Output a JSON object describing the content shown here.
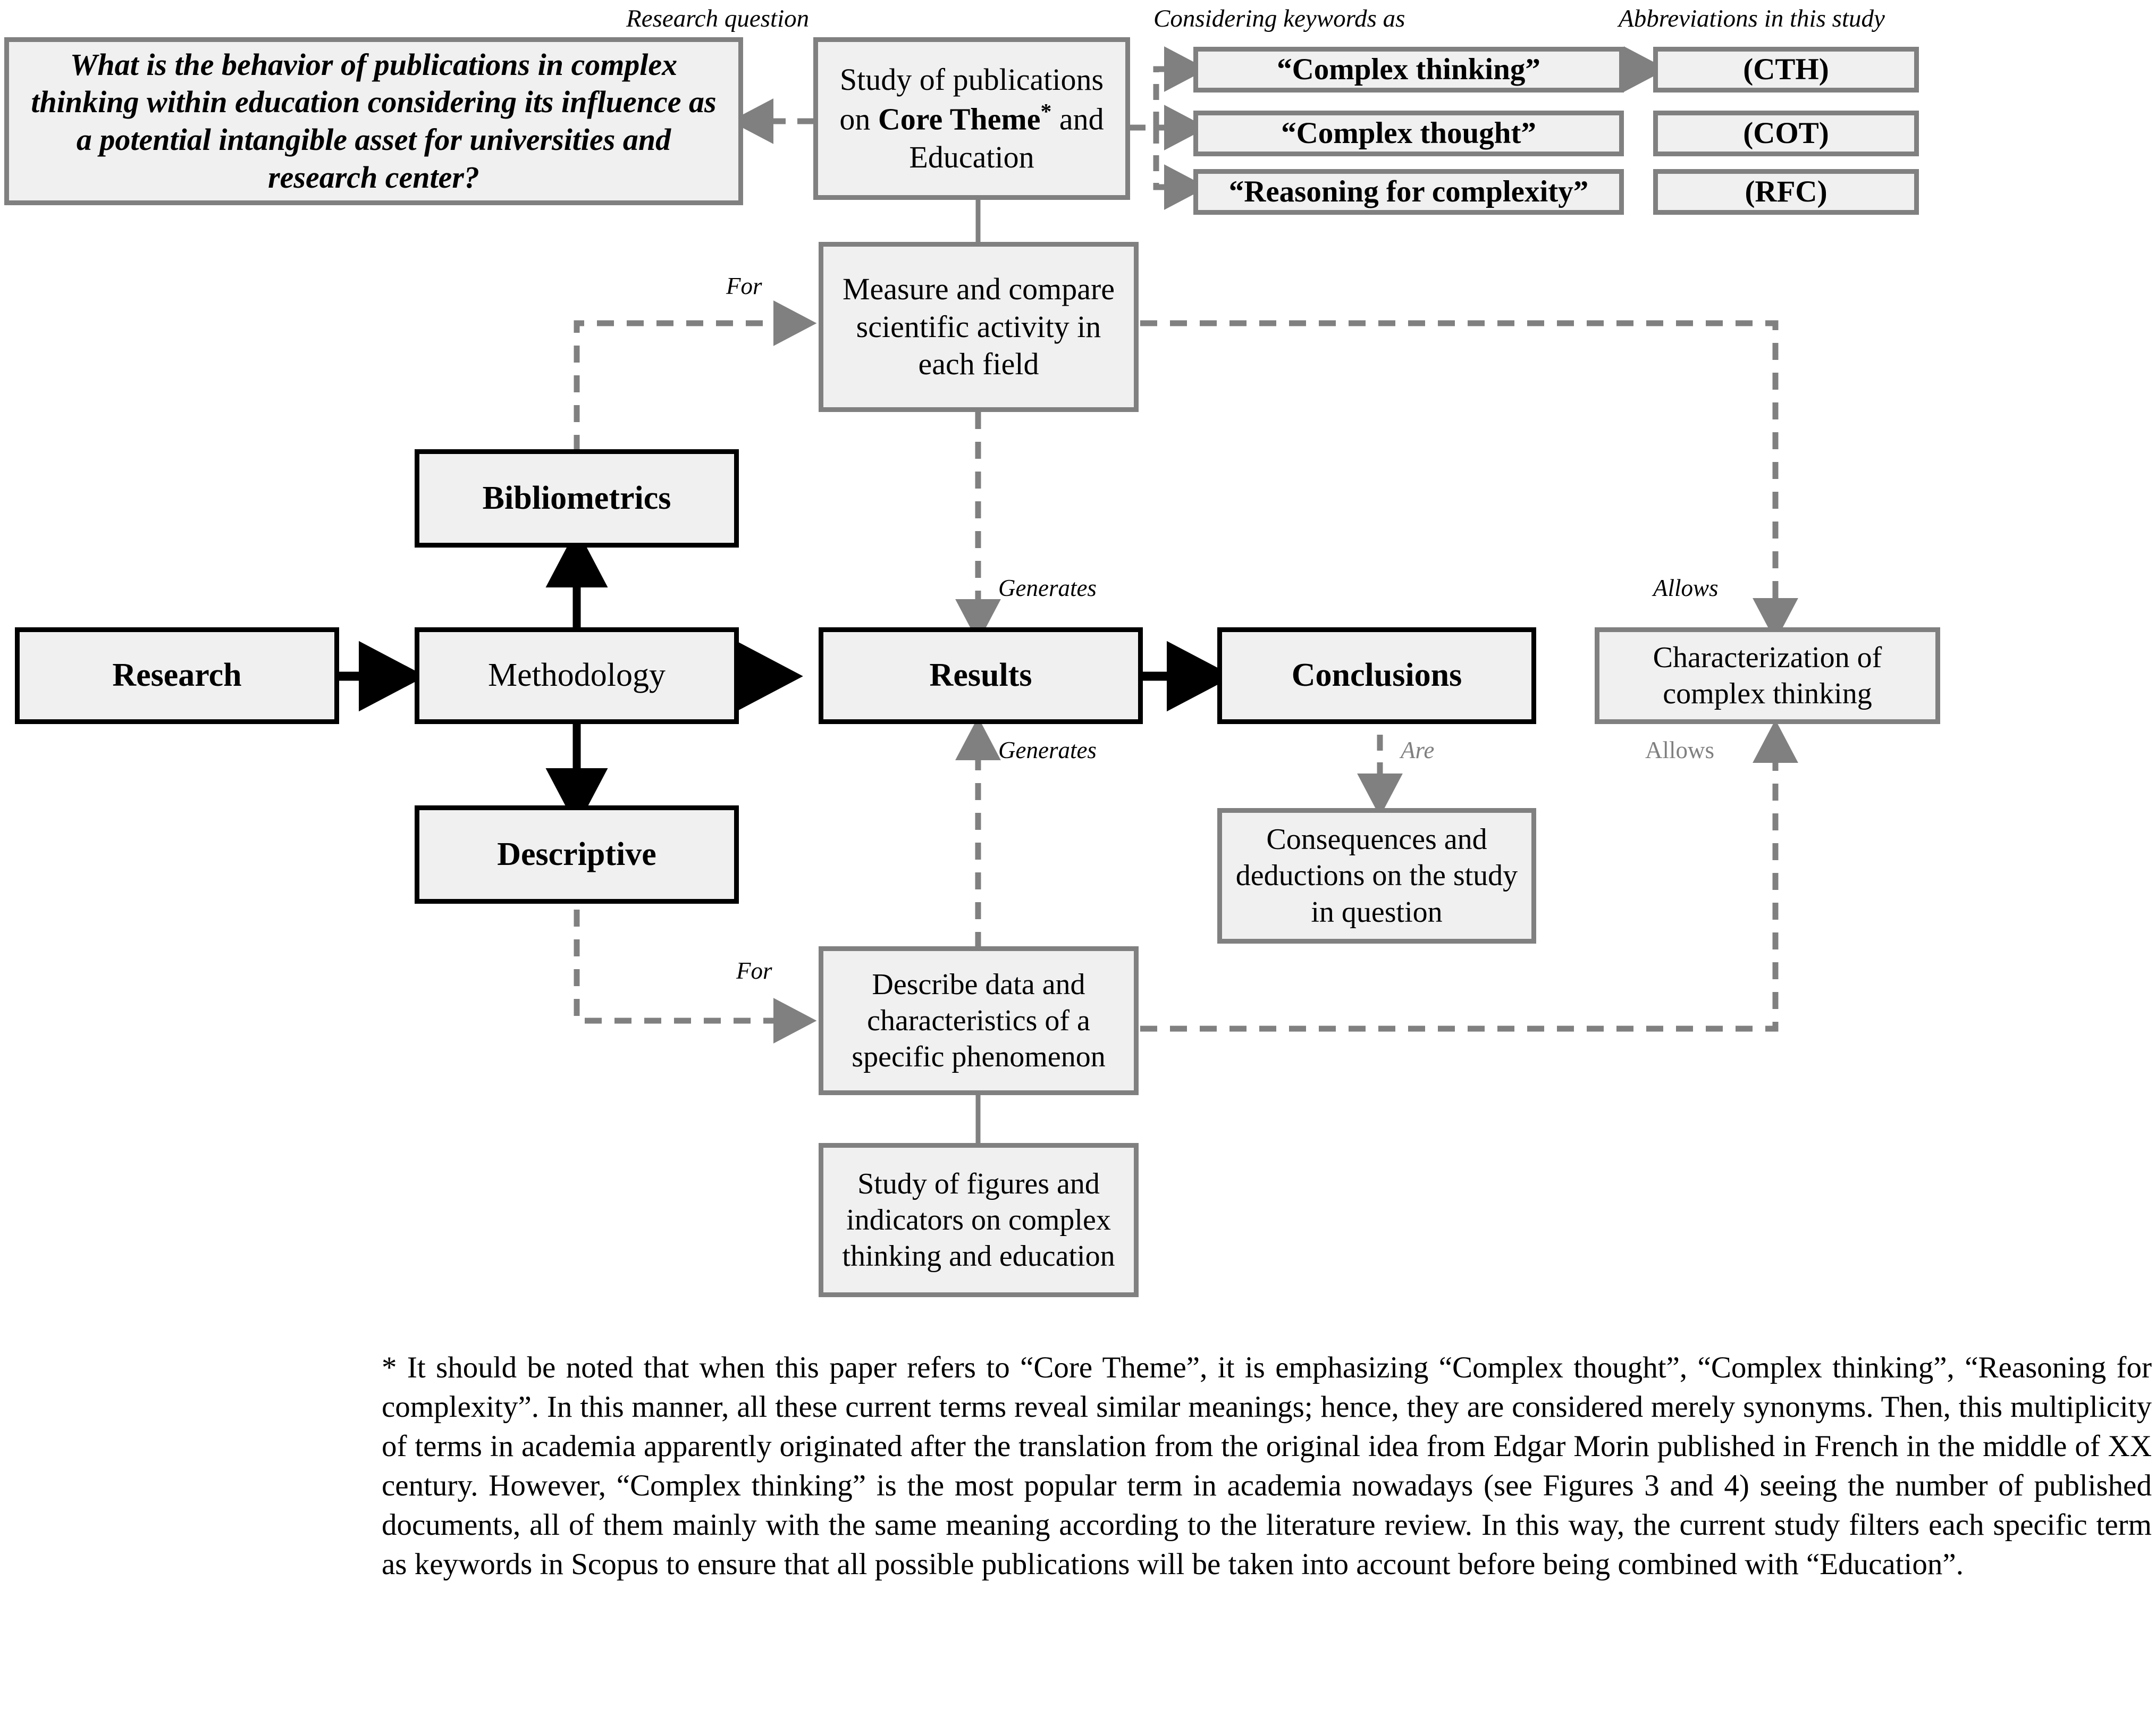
{
  "headers": {
    "research_question": "Research question",
    "keywords": "Considering keywords as",
    "abbreviations": "Abbreviations in this study"
  },
  "boxes": {
    "research_question": "What is the behavior of publications in complex thinking within education considering its influence as a potential intangible asset for universities and research center?",
    "study_publications_pre": "Study of publications on ",
    "study_publications_bold": "Core Theme",
    "study_publications_star": "*",
    "study_publications_post": " and Education",
    "keyword_1": "“Complex thinking”",
    "keyword_2": "“Complex thought”",
    "keyword_3": "“Reasoning for complexity”",
    "abbrev_1": "(CTH)",
    "abbrev_2": "(COT)",
    "abbrev_3": "(RFC)",
    "measure_compare": "Measure and compare scientific activity in each field",
    "bibliometrics": "Bibliometrics",
    "descriptive": "Descriptive",
    "research": "Research",
    "methodology": "Methodology",
    "results": "Results",
    "conclusions": "Conclusions",
    "characterization": "Characterization of complex thinking",
    "consequences": "Consequences and deductions on the study in question",
    "describe_data": "Describe data and characteristics of a specific phenomenon",
    "study_figures": "Study of figures and indicators on complex thinking and education"
  },
  "edge_labels": {
    "for_top": "For",
    "for_bottom": "For",
    "generates_top": "Generates",
    "generates_bottom": "Generates",
    "are": "Are",
    "allows_top": "Allows",
    "allows_bottom": "Allows"
  },
  "footnote": {
    "text": "* It should be noted that when this paper refers to “Core Theme”, it is emphasizing “Complex thought”, “Complex thinking”, “Reasoning for complexity”. In this manner, all these current terms reveal similar meanings; hence, they are considered merely synonyms. Then, this multiplicity of terms in academia apparently originated after the translation from the original idea from Edgar Morin published in French in the middle of XX century. However, “Complex thinking” is the most popular term in academia nowadays (see Figures 3 and 4) seeing the number of published documents, all of them mainly with the same meaning according to the literature review. In this way, the current study filters each specific term as keywords in Scopus to ensure that all possible publications will be taken into account before being combined with “Education”."
  },
  "colors": {
    "box_fill": "#f0f0f0",
    "gray_border": "#808080",
    "black_border": "#000000",
    "dashed_connector": "#808080"
  }
}
